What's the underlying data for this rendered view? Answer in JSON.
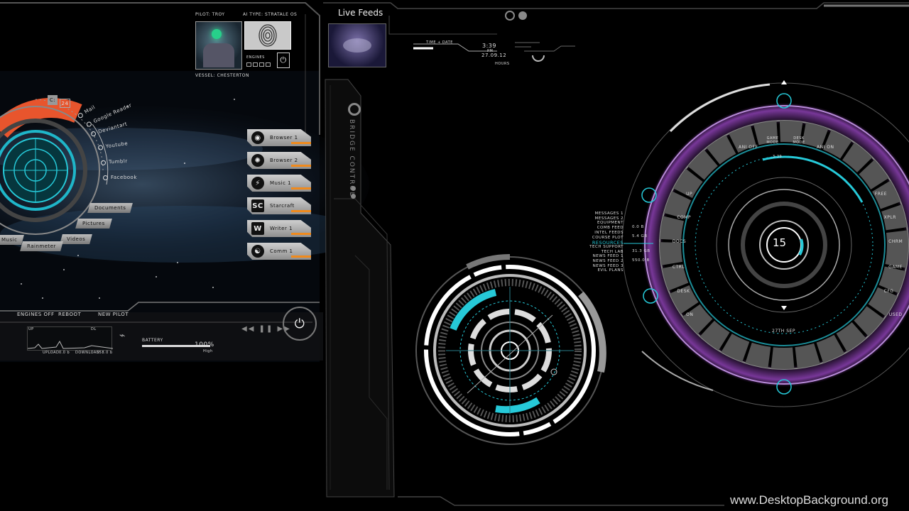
{
  "header": {
    "pilot": "PILOT: TROY",
    "ai_type": "AI TYPE: STRATALE OS",
    "vessel": "VESSEL: CHESTERTON",
    "engines": "ENGINES"
  },
  "badges": {
    "c": "C:",
    "count": "24"
  },
  "quick_links": [
    "Mail",
    "Google Reader",
    "Deviantart",
    "Youtube",
    "Tumblr",
    "Facebook"
  ],
  "folders": [
    "Documents",
    "Pictures",
    "Videos",
    "Rainmeter",
    "Music"
  ],
  "apps": [
    {
      "label": "Browser 1",
      "icon": "chrome-icon",
      "glyph": "◉"
    },
    {
      "label": "Browser 2",
      "icon": "firefox-icon",
      "glyph": "✺"
    },
    {
      "label": "Music 1",
      "icon": "lightning-icon",
      "glyph": "⚡"
    },
    {
      "label": "Starcraft",
      "icon": "starcraft-icon",
      "glyph": "SC"
    },
    {
      "label": "Writer 1",
      "icon": "writer-icon",
      "glyph": "W"
    },
    {
      "label": "Comm 1",
      "icon": "yin-yang-icon",
      "glyph": "☯"
    }
  ],
  "controls": {
    "engines_off": "ENGINES OFF",
    "reboot": "REBOOT",
    "new_pilot": "NEW PILOT"
  },
  "status": {
    "up_label": "UP",
    "dl_label": "DL",
    "upload": "UPLOAD",
    "upload_val": "0.0 b",
    "download": "DOWNLOAD",
    "download_val": "558.0 b",
    "battery": "BATTERY",
    "battery_pct": "100%",
    "battery_level": 1.0,
    "battery_state": "High"
  },
  "live_feeds": {
    "title": "Live Feeds"
  },
  "bridge": {
    "label": "BRIDGE CONTROL"
  },
  "time": {
    "label": "TIME + DATE",
    "time": "3:39",
    "ampm": "PM",
    "date": "27.09.12",
    "hours": "HOURS"
  },
  "main_ring": {
    "center": "15",
    "ani_off": "ANI OFF",
    "game_mode": "GAME MODE",
    "desk_mode": "DESK MODE",
    "ani_on": "ANI ON",
    "time_small": "3:39",
    "date_small": "27TH SEP",
    "left_items": [
      "UP",
      "COMP",
      "DOCS",
      "CTRL",
      "DESK",
      "ON"
    ],
    "right_items": [
      "FREE",
      "XPLR",
      "CHRM",
      "GAME",
      "CFG",
      "USED"
    ]
  },
  "side_menu": {
    "items": [
      "MESSAGES 1",
      "MESSAGES 2",
      "EQUIPMENT",
      "COMB FEED",
      "INTEL FEEDS",
      "COURSE PLOT",
      "RESOURCES",
      "TECH SUPPORT",
      "TECH LAB",
      "NEWS FEED 1",
      "NEWS FEED 2",
      "NEWS FEED 3",
      "EVIL PLANS"
    ],
    "disk": [
      "0.0 B",
      "5.4 GB",
      "31.3 GB",
      "550.0 B"
    ]
  },
  "watermark": "www.DesktopBackground.org",
  "colors": {
    "accent": "#26c9d8",
    "orange": "#f08a1c",
    "purple": "#c85cff"
  }
}
